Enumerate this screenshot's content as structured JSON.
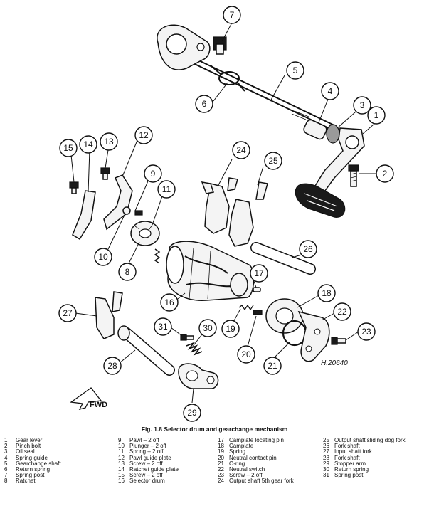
{
  "figure": {
    "caption": "Fig. 1.8 Selector drum and gearchange mechanism",
    "reference_code": "H.20640",
    "direction_label": "FWD"
  },
  "callouts": [
    "1",
    "2",
    "3",
    "4",
    "5",
    "6",
    "7",
    "8",
    "9",
    "10",
    "11",
    "12",
    "13",
    "14",
    "15",
    "16",
    "17",
    "18",
    "19",
    "20",
    "21",
    "22",
    "23",
    "24",
    "25",
    "26",
    "27",
    "28",
    "29",
    "30",
    "31"
  ],
  "legend": {
    "col1": [
      {
        "n": "1",
        "t": "Gear lever"
      },
      {
        "n": "2",
        "t": "Pinch bolt"
      },
      {
        "n": "3",
        "t": "Oil seal"
      },
      {
        "n": "4",
        "t": "Spring guide"
      },
      {
        "n": "5",
        "t": "Gearchange shaft"
      },
      {
        "n": "6",
        "t": "Return spring"
      },
      {
        "n": "7",
        "t": "Spring post"
      },
      {
        "n": "8",
        "t": "Ratchet"
      }
    ],
    "col2": [
      {
        "n": "9",
        "t": "Pawl – 2 off"
      },
      {
        "n": "10",
        "t": "Plunger – 2 off"
      },
      {
        "n": "11",
        "t": "Spring – 2 off"
      },
      {
        "n": "12",
        "t": "Pawl guide plate"
      },
      {
        "n": "13",
        "t": "Screw – 2 off"
      },
      {
        "n": "14",
        "t": "Ratchet guide plate"
      },
      {
        "n": "15",
        "t": "Screw – 2 off"
      },
      {
        "n": "16",
        "t": "Selector drum"
      }
    ],
    "col3": [
      {
        "n": "17",
        "t": "Camplate locating pin"
      },
      {
        "n": "18",
        "t": "Camplate"
      },
      {
        "n": "19",
        "t": "Spring"
      },
      {
        "n": "20",
        "t": "Neutral contact pin"
      },
      {
        "n": "21",
        "t": "O-ring"
      },
      {
        "n": "22",
        "t": "Neutral switch"
      },
      {
        "n": "23",
        "t": "Screw – 2 off"
      },
      {
        "n": "24",
        "t": "Output shaft 5th gear fork"
      }
    ],
    "col4": [
      {
        "n": "25",
        "t": "Output shaft sliding dog fork"
      },
      {
        "n": "26",
        "t": "Fork shaft"
      },
      {
        "n": "27",
        "t": "Input shaft fork"
      },
      {
        "n": "28",
        "t": "Fork shaft"
      },
      {
        "n": "29",
        "t": "Stopper arm"
      },
      {
        "n": "30",
        "t": "Return spring"
      },
      {
        "n": "31",
        "t": "Spring post"
      }
    ]
  }
}
